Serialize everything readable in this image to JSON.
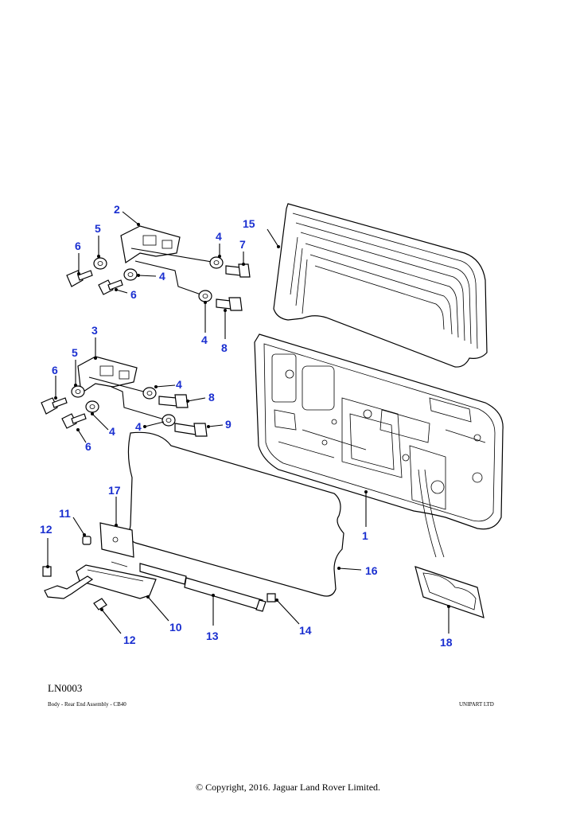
{
  "diagram": {
    "callouts": {
      "c1": "1",
      "c2": "2",
      "c3": "3",
      "c4a": "4",
      "c4b": "4",
      "c4c": "4",
      "c4d": "4",
      "c4e": "4",
      "c4f": "4",
      "c5a": "5",
      "c5b": "5",
      "c6a": "6",
      "c6b": "6",
      "c6c": "6",
      "c6d": "6",
      "c7": "7",
      "c8a": "8",
      "c8b": "8",
      "c9": "9",
      "c10": "10",
      "c11": "11",
      "c12a": "12",
      "c12b": "12",
      "c13": "13",
      "c14": "14",
      "c15": "15",
      "c16": "16",
      "c17": "17",
      "c18": "18"
    }
  },
  "footer": {
    "code": "LN0003",
    "subtitle": "Body - Rear End  Assembly - CB40",
    "vendor": "UNIPART LTD",
    "copyright": "© Copyright, 2016. Jaguar Land Rover Limited."
  }
}
